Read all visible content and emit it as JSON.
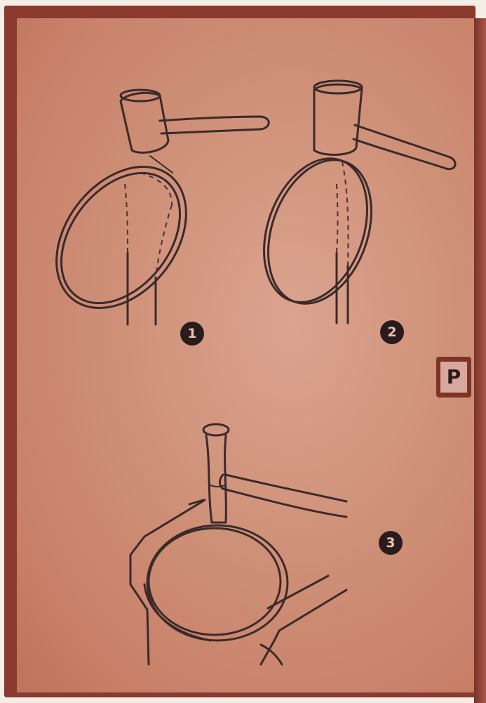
{
  "steps": [
    {
      "number": "1"
    },
    {
      "number": "2"
    },
    {
      "number": "3"
    }
  ],
  "side_tab": {
    "letter": "P"
  },
  "colors": {
    "frame": "#8a3a2e",
    "panel": "#cf9078",
    "ink": "#3b2a2a",
    "badge": "#2a1c1c"
  }
}
